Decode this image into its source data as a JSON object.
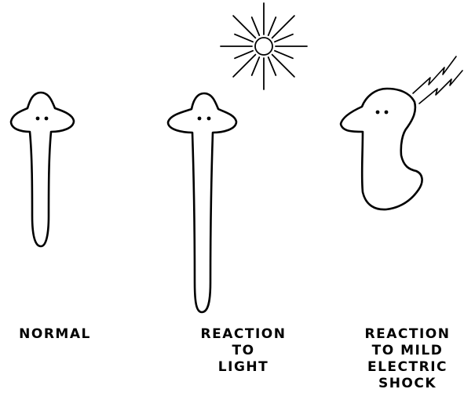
{
  "captions": {
    "normal": [
      "NORMAL"
    ],
    "light": [
      "REACTION",
      "TO",
      "LIGHT"
    ],
    "shock": [
      "REACTION",
      "TO MILD",
      "ELECTRIC",
      "SHOCK"
    ]
  },
  "colors": {
    "ink": "#000000",
    "background": "#ffffff"
  },
  "icons": {
    "stimulus_light": "sun-icon",
    "stimulus_shock": "lightning-bolt-icon"
  }
}
